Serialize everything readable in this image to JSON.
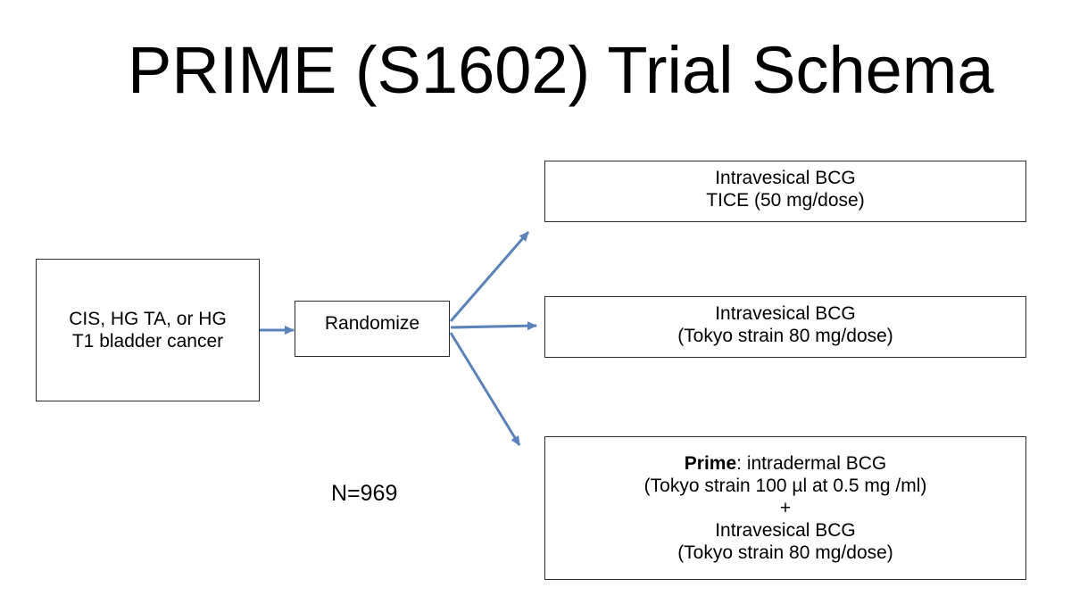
{
  "title": "PRIME (S1602) Trial Schema",
  "eligibility": {
    "line1": "CIS, HG TA, or HG",
    "line2": "T1 bladder cancer"
  },
  "randomize": {
    "label": "Randomize"
  },
  "arms": [
    {
      "line1": "Intravesical BCG",
      "line2": "TICE (50 mg/dose)"
    },
    {
      "line1": "Intravesical BCG",
      "line2": "(Tokyo strain 80 mg/dose)"
    },
    {
      "prime_label": "Prime",
      "prime_text": ": intradermal BCG",
      "line2": "(Tokyo strain 100 µl at 0.5 mg /ml)",
      "plus": "+",
      "line4": "Intravesical BCG",
      "line5": "(Tokyo strain 80 mg/dose)"
    }
  ],
  "sample_size": "N=969",
  "colors": {
    "arrow": "#5b82b9",
    "box_border": "#2b2b2b"
  }
}
